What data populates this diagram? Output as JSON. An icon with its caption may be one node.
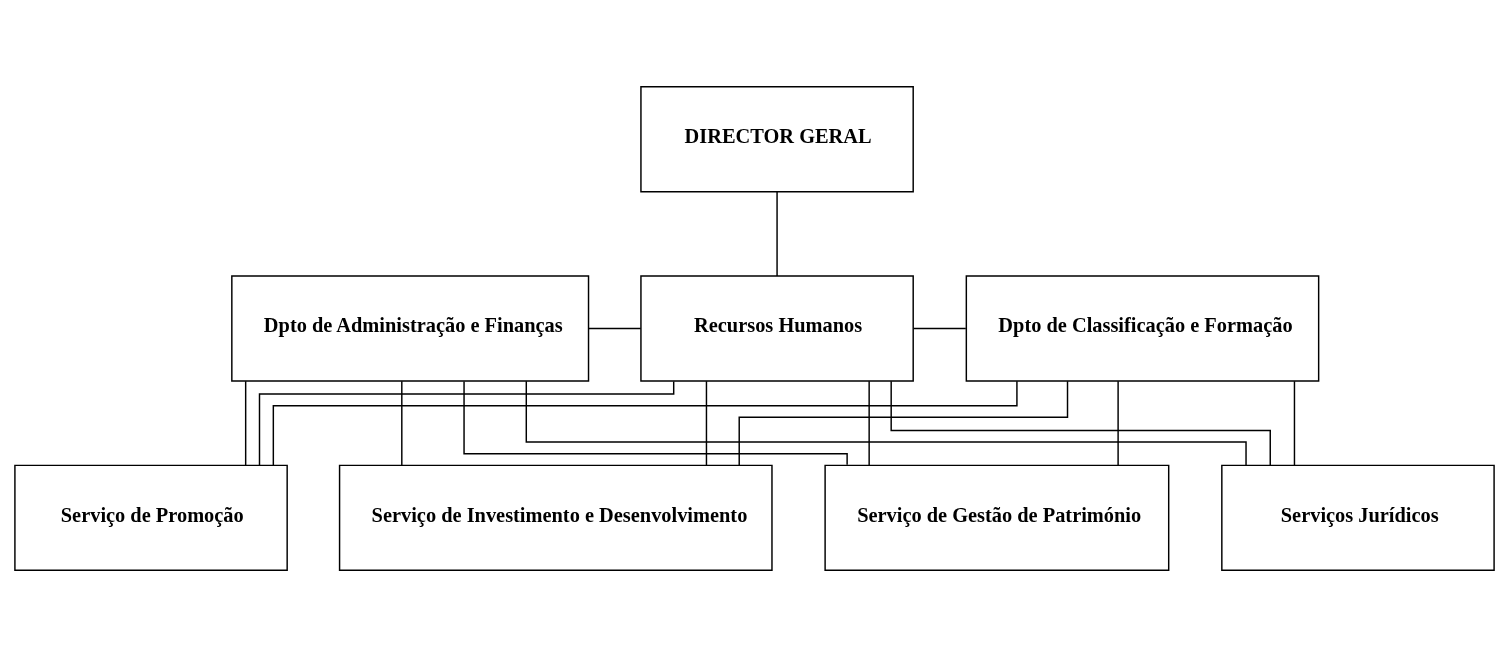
{
  "diagram": {
    "nodes": [
      {
        "text": [
          "DIRECTOR GERAL"
        ]
      },
      {
        "text": [
          "Dpto de Administração e Finanças"
        ]
      },
      {
        "text": [
          "Recursos Humanos"
        ]
      },
      {
        "text": [
          "Dpto de Classificação e Formação"
        ]
      },
      {
        "text": [
          "Serviço de Promoção"
        ]
      },
      {
        "text": [
          "Serviço de Investimento e Desenvolvimento"
        ]
      },
      {
        "text": [
          "Serviço de Gestão de Património"
        ]
      },
      {
        "text": [
          "Serviços Jurídicos"
        ]
      }
    ],
    "edges": [
      {
        "from": 0,
        "to": 2,
        "arrow": "none"
      },
      {
        "from": 1,
        "to": 2,
        "arrow": "none"
      },
      {
        "from": 2,
        "to": 3,
        "arrow": "none"
      },
      {
        "from": 1,
        "to": 4,
        "arrow": "none"
      },
      {
        "from": 1,
        "to": 5,
        "arrow": "none"
      },
      {
        "from": 1,
        "to": 6,
        "arrow": "none"
      },
      {
        "from": 1,
        "to": 7,
        "arrow": "none"
      },
      {
        "from": 2,
        "to": 4,
        "arrow": "none"
      },
      {
        "from": 2,
        "to": 5,
        "arrow": "none"
      },
      {
        "from": 2,
        "to": 6,
        "arrow": "none"
      },
      {
        "from": 2,
        "to": 7,
        "arrow": "none"
      },
      {
        "from": 3,
        "to": 4,
        "arrow": "none"
      },
      {
        "from": 3,
        "to": 5,
        "arrow": "none"
      },
      {
        "from": 3,
        "to": 6,
        "arrow": "none"
      },
      {
        "from": 3,
        "to": 7,
        "arrow": "none"
      }
    ]
  }
}
